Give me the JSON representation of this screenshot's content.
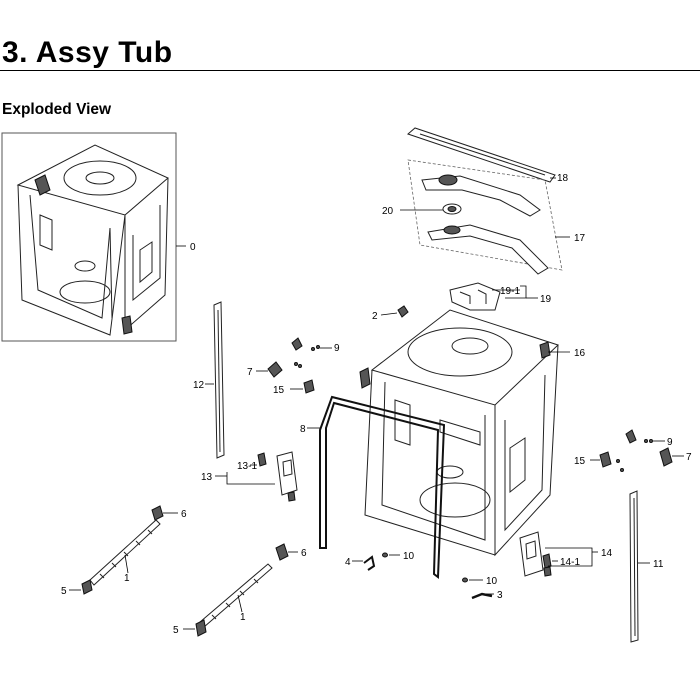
{
  "header": {
    "title": "3.  Assy Tub"
  },
  "section": {
    "label": "Exploded View"
  },
  "callouts": {
    "p0": "0",
    "p18": "18",
    "p20": "20",
    "p17": "17",
    "p19_1": "19-1",
    "p19": "19",
    "p2": "2",
    "p16": "16",
    "p9a": "9",
    "p7a": "7",
    "p15a": "15",
    "p12": "12",
    "p8": "8",
    "p13_1": "13-1",
    "p13": "13",
    "p6a": "6",
    "p1a": "1",
    "p5a": "5",
    "p6b": "6",
    "p1b": "1",
    "p5b": "5",
    "p4": "4",
    "p10a": "10",
    "p10b": "10",
    "p3": "3",
    "p14": "14",
    "p14_1": "14-1",
    "p11": "11",
    "p9b": "9",
    "p15b": "15",
    "p7b": "7"
  }
}
